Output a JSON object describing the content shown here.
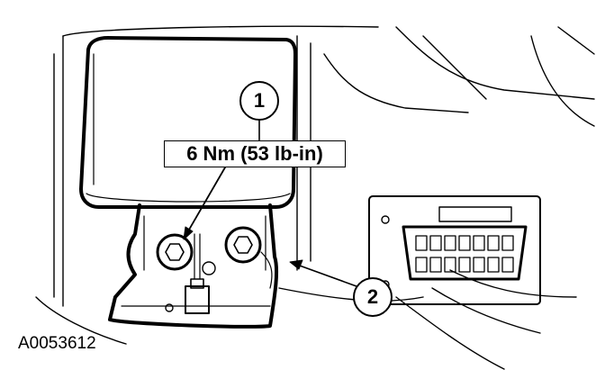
{
  "callouts": [
    {
      "number": "1",
      "text": "6 Nm (53 lb-in)"
    },
    {
      "number": "2"
    }
  ],
  "figure_id": "A0053612"
}
